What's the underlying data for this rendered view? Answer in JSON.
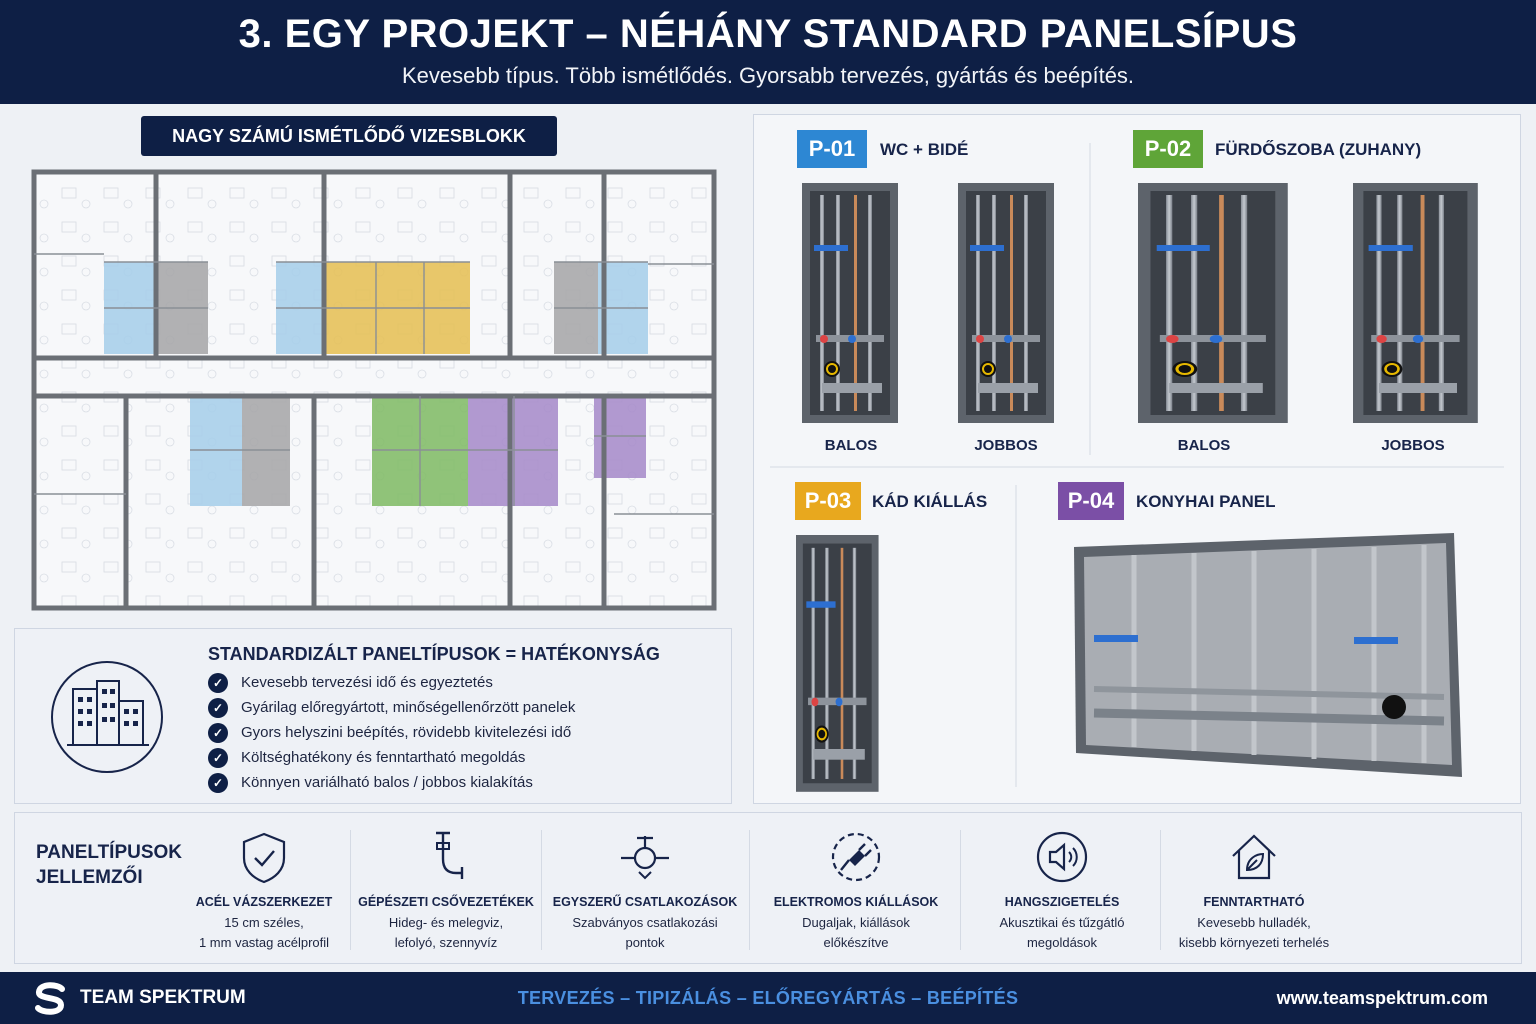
{
  "header": {
    "title": "3. EGY PROJEKT – NÉHÁNY STANDARD PANELSÍPUS",
    "subtitle": "Kevesebb típus. Több ismétlődés. Gyorsabb tervezés, gyártás és beépítés."
  },
  "plan": {
    "title": "NAGY SZÁMÚ ISMÉTLŐDŐ VIZESBLOKK"
  },
  "panels": [
    {
      "code": "P-01",
      "name": "WC + BIDÉ",
      "color": "#2d87d3",
      "left_label": "BALOS",
      "right_label": "JOBBOS"
    },
    {
      "code": "P-02",
      "name": "FÜRDŐSZOBA (ZUHANY)",
      "color": "#5fa538",
      "left_label": "BALOS",
      "right_label": "JOBBOS"
    },
    {
      "code": "P-03",
      "name": "KÁD KIÁLLÁS",
      "color": "#e8a81e"
    },
    {
      "code": "P-04",
      "name": "KONYHAI PANEL",
      "color": "#7b4fa6"
    }
  ],
  "standard": {
    "title": "STANDARDIZÁLT PANELTÍPUSOK = HATÉKONYSÁG",
    "items": [
      "Kevesebb tervezési idő és egyeztetés",
      "Gyárilag előregyártott, minőségellenőrzött panelek",
      "Gyors helyszini beépítés, rövidebb kivitelezési idő",
      "Költséghatékony és fenntartható megoldás",
      "Könnyen variálható balos / jobbos kialakítás"
    ]
  },
  "features": {
    "title_line1": "PANELTÍPUSOK",
    "title_line2": "JELLEMZŐI",
    "items": [
      {
        "icon": "shield-check-icon",
        "title": "ACÉL VÁZSZERKEZET",
        "line1": "15 cm széles,",
        "line2": "1 mm vastag acélprofil"
      },
      {
        "icon": "pipe-icon",
        "title": "GÉPÉSZETI CSŐVEZETÉKEK",
        "line1": "Hideg- és melegviz,",
        "line2": "lefolyó, szennyvíz"
      },
      {
        "icon": "valve-connection-icon",
        "title": "EGYSZERŰ CSATLAKOZÁSOK",
        "line1": "Szabványos csatlakozási",
        "line2": "pontok"
      },
      {
        "icon": "plug-icon",
        "title": "ELEKTROMOS KIÁLLÁSOK",
        "line1": "Dugaljak, kiállások",
        "line2": "előkészítve"
      },
      {
        "icon": "speaker-icon",
        "title": "HANGSZIGETELÉS",
        "line1": "Akusztikai és tűzgátló",
        "line2": "megoldások"
      },
      {
        "icon": "eco-house-icon",
        "title": "FENNTARTHATÓ",
        "line1": "Kevesebb hulladék,",
        "line2": "kisebb környezeti terhelés"
      }
    ]
  },
  "footer": {
    "brand": "TEAM SPEKTRUM",
    "tagline": "TERVEZÉS – TIPIZÁLÁS – ELŐREGYÁRTÁS – BEÉPÍTÉS",
    "url": "www.teamspektrum.com"
  }
}
